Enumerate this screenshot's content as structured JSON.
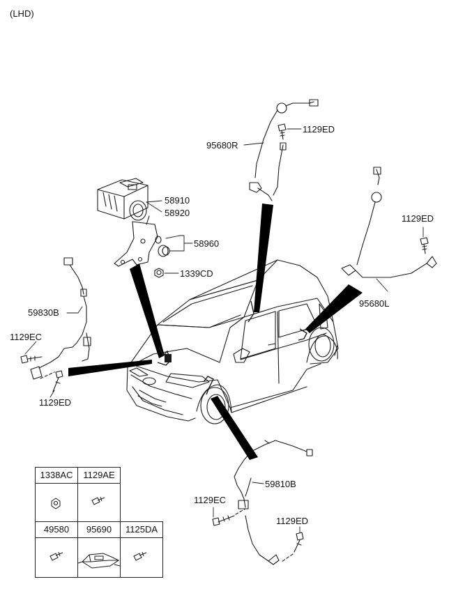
{
  "header": {
    "variant": "(LHD)"
  },
  "callouts": {
    "p95680R": "95680R",
    "p1129ED_a": "1129ED",
    "p58910": "58910",
    "p58920": "58920",
    "p58960": "58960",
    "p1339CD": "1339CD",
    "p1129ED_b": "1129ED",
    "p95680L": "95680L",
    "p59830B": "59830B",
    "p1129EC_a": "1129EC",
    "p1129ED_c": "1129ED",
    "p59810B": "59810B",
    "p1129EC_b": "1129EC",
    "p1129ED_d": "1129ED"
  },
  "parts_table": {
    "row1": [
      "1338AC",
      "1129AE"
    ],
    "row2": [
      "49580",
      "95690",
      "1125DA"
    ]
  },
  "colors": {
    "line": "#1a1a1a",
    "leader": "#000000",
    "background": "#ffffff"
  },
  "icons": [
    "car-icon",
    "abs-module-icon",
    "bracket-icon",
    "wheel-speed-sensor-icon",
    "bolt-icon",
    "nut-icon",
    "ecu-icon"
  ]
}
